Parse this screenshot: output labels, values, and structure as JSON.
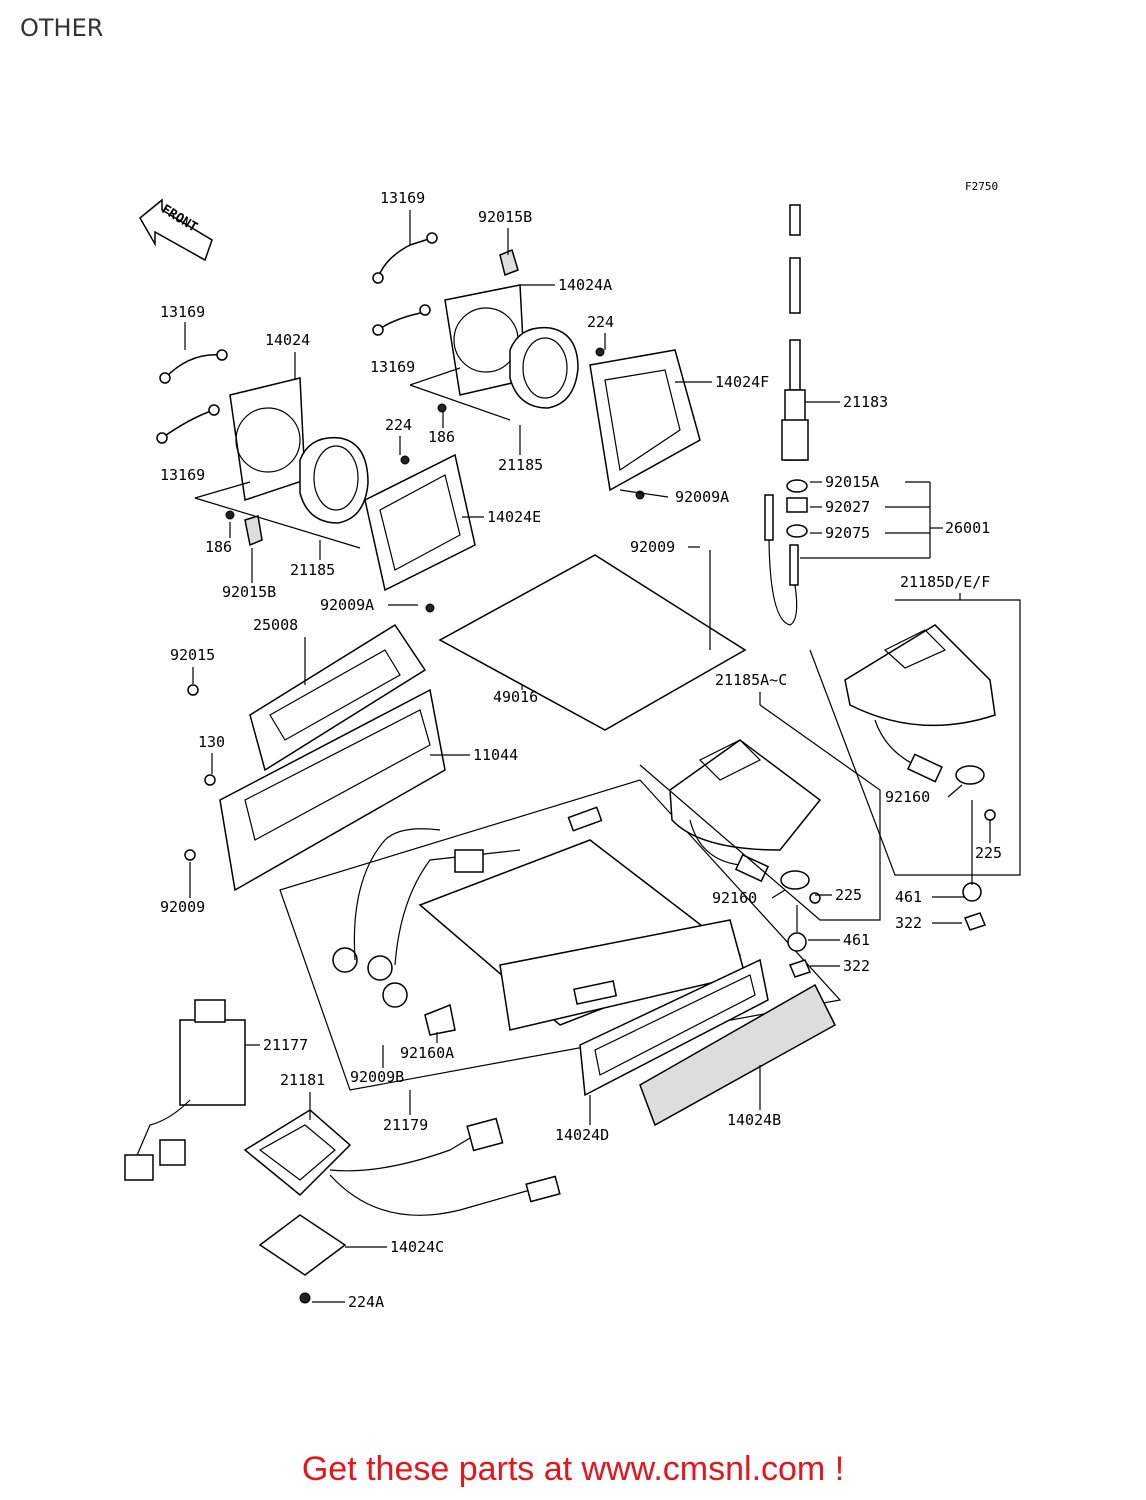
{
  "page": {
    "title": "OTHER"
  },
  "diagram": {
    "figure_code": "F2750",
    "front_label": "FRONT",
    "part_labels": [
      "13169",
      "92015B",
      "14024A",
      "13169",
      "14024",
      "224",
      "13169",
      "14024F",
      "21183",
      "224",
      "186",
      "13169",
      "21185",
      "92009A",
      "14024E",
      "92015A",
      "92027",
      "92075",
      "26001",
      "186",
      "21185",
      "92009",
      "92015B",
      "92009A",
      "21185D/E/F",
      "25008",
      "92015",
      "21185A~C",
      "49016",
      "130",
      "11044",
      "92160",
      "225",
      "92160",
      "225",
      "461",
      "92009",
      "461",
      "322",
      "322",
      "21177",
      "92160A",
      "92009B",
      "21181",
      "21179",
      "14024D",
      "14024B",
      "14024C",
      "224A"
    ]
  },
  "footer": {
    "text": "Get these parts at www.cmsnl.com !"
  }
}
